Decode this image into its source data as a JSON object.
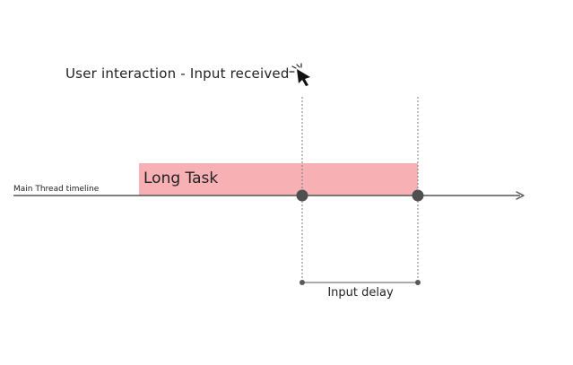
{
  "diagram": {
    "annotation_title": "User interaction - Input received",
    "timeline_label": "Main Thread timeline",
    "task_label": "Long Task",
    "delay_label": "Input delay",
    "icon": "cursor-click-icon"
  },
  "colors": {
    "long_task_fill": "#f7b0b3",
    "timeline_line": "#555555",
    "marker_fill": "#4f4f4f",
    "guide_line": "#777777",
    "text": "#222222"
  }
}
